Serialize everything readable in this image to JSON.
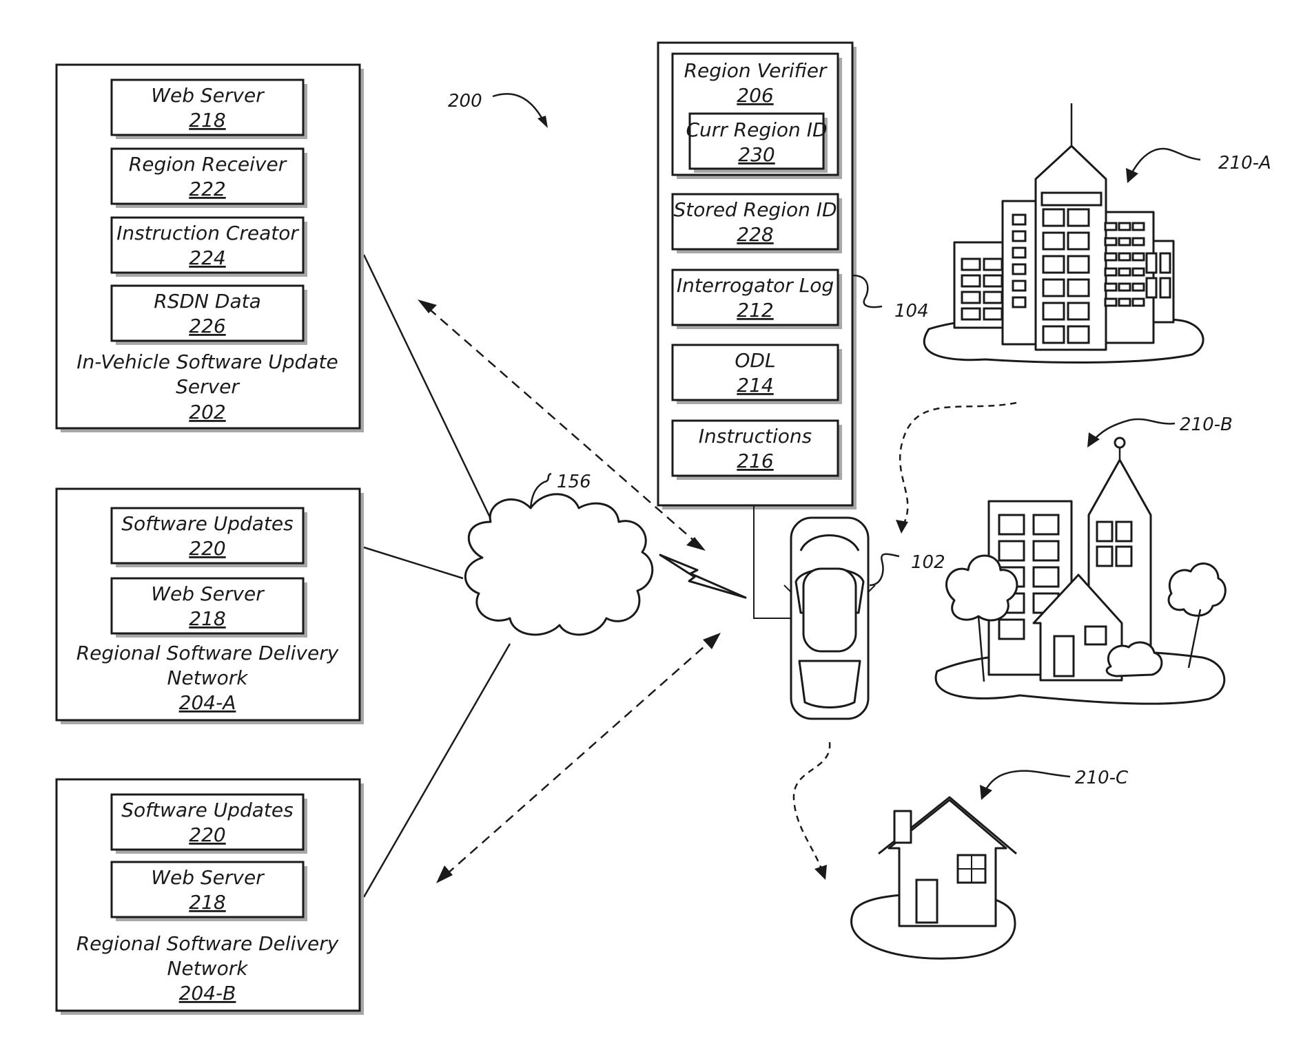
{
  "figure_label": "200",
  "update_server": {
    "title_line1": "In-Vehicle Software Update",
    "title_line2": "Server",
    "ref": "202",
    "components": [
      {
        "label": "Web Server",
        "ref": "218"
      },
      {
        "label": "Region Receiver",
        "ref": "222"
      },
      {
        "label": "Instruction Creator",
        "ref": "224"
      },
      {
        "label": "RSDN Data",
        "ref": "226"
      }
    ]
  },
  "rsdn_a": {
    "title_line1": "Regional Software Delivery",
    "title_line2": "Network",
    "ref": "204-A",
    "components": [
      {
        "label": "Software Updates",
        "ref": "220"
      },
      {
        "label": "Web Server",
        "ref": "218"
      }
    ]
  },
  "rsdn_b": {
    "title_line1": "Regional Software Delivery",
    "title_line2": "Network",
    "ref": "204-B",
    "components": [
      {
        "label": "Software Updates",
        "ref": "220"
      },
      {
        "label": "Web Server",
        "ref": "218"
      }
    ]
  },
  "vehicle_stack": {
    "ref": "104",
    "region_verifier": {
      "label": "Region Verifier",
      "ref": "206"
    },
    "curr_region": {
      "label": "Curr Region ID",
      "ref": "230"
    },
    "stored_region": {
      "label": "Stored Region ID",
      "ref": "228"
    },
    "interrogator_log": {
      "label": "Interrogator Log",
      "ref": "212"
    },
    "odl": {
      "label": "ODL",
      "ref": "214"
    },
    "instructions": {
      "label": "Instructions",
      "ref": "216"
    }
  },
  "network_ref": "156",
  "vehicle_ref": "102",
  "regions": [
    {
      "ref": "210-A",
      "icon": "city-icon"
    },
    {
      "ref": "210-B",
      "icon": "town-icon"
    },
    {
      "ref": "210-C",
      "icon": "house-icon"
    }
  ]
}
